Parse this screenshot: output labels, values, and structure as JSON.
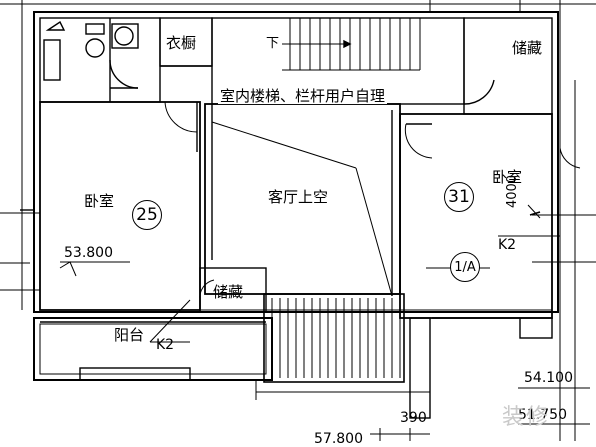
{
  "rooms": {
    "wardrobe": "衣橱",
    "storage_top_right": "储藏",
    "stair_note": "室内楼梯、栏杆用户自理",
    "stair_down": "下",
    "bedroom_left": "卧室",
    "living_void": "客厅上空",
    "bedroom_right": "卧室",
    "storage_mid": "储藏",
    "balcony": "阳台"
  },
  "markers": {
    "area_left": "25",
    "area_right": "31",
    "section": "1/A"
  },
  "dimensions": {
    "window_right": "K2",
    "window_balcony": "K2",
    "vertical_dim": "4000",
    "span_390": "390"
  },
  "elevations": {
    "floor_left": "53.800",
    "right_upper": "54.100",
    "right_lower": "51.750",
    "bottom_cut": "57.800"
  },
  "watermark": "装修"
}
